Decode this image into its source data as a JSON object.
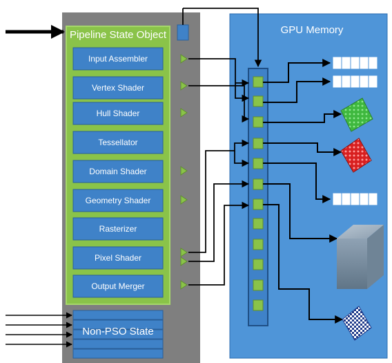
{
  "pso": {
    "title": "Pipeline State Object",
    "stages": [
      "Input Assembler",
      "Vertex Shader",
      "Hull Shader",
      "Tessellator",
      "Domain Shader",
      "Geometry Shader",
      "Rasterizer",
      "Pixel Shader",
      "Output Merger"
    ]
  },
  "non_pso": {
    "label": "Non-PSO State"
  },
  "gpu_memory": {
    "title": "GPU Memory"
  },
  "colors": {
    "gray_panel": "#7f7f7f",
    "pso_green": "#8ac349",
    "stage_blue": "#3f82c8",
    "memory_blue": "#4f95d8",
    "slot_green": "#8ac349",
    "arrow": "#000000"
  },
  "icons": {
    "buffers": "buffer-strip-icon",
    "textures": "texture-tile-icon",
    "volume": "cube-icon",
    "sampler": "grid-tile-icon"
  }
}
